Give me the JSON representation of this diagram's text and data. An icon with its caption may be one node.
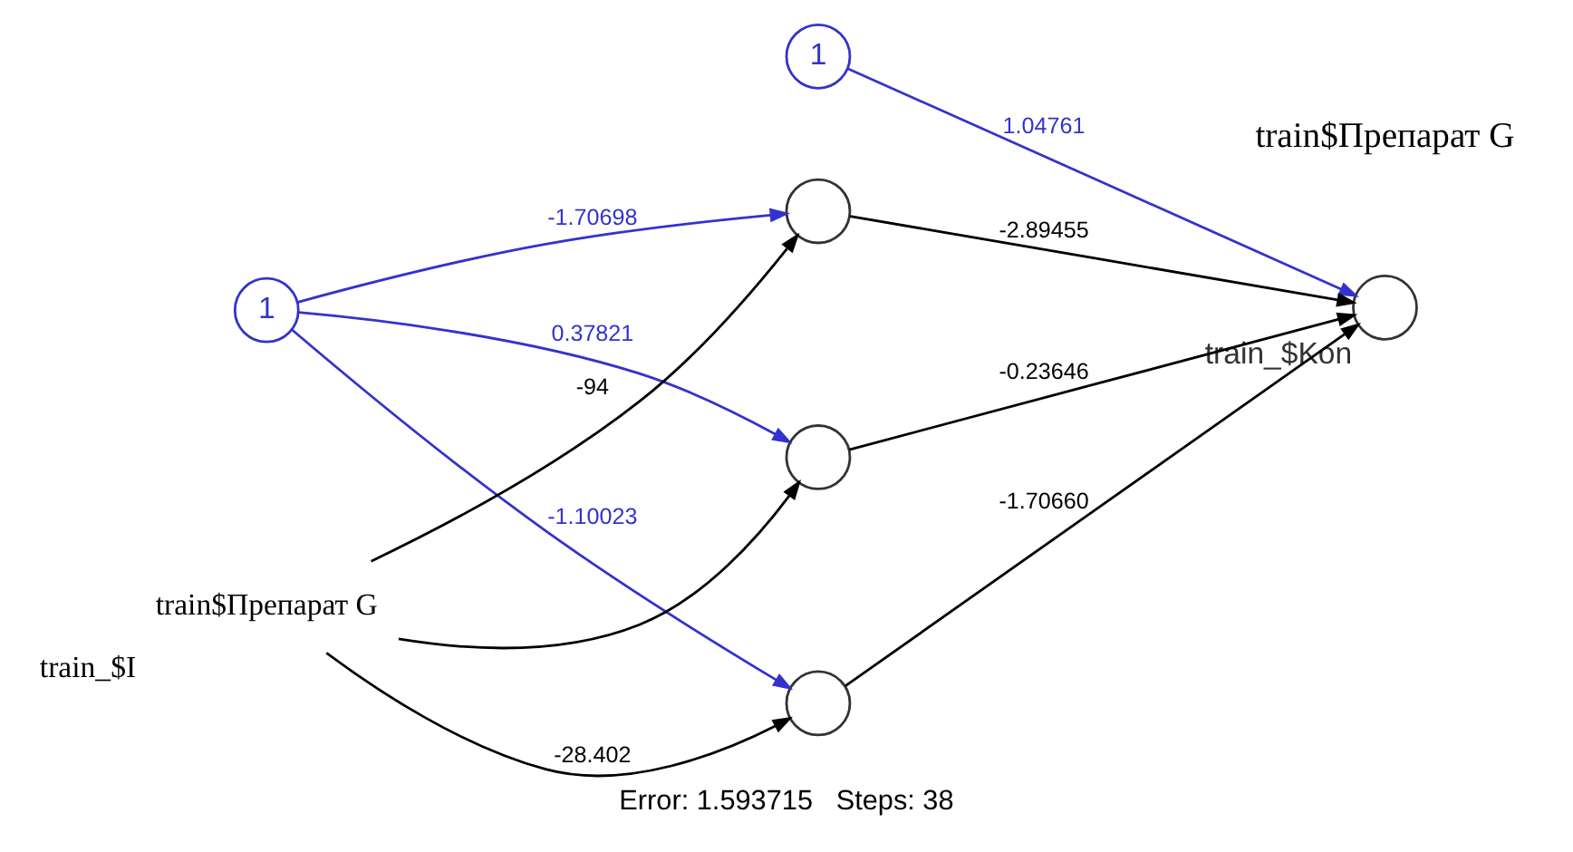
{
  "diagram": {
    "caption": "Error: 1.593715   Steps: 38",
    "nodes": [
      {
        "text": [
          "1"
        ]
      },
      {
        "text": [
          "1"
        ]
      },
      {
        "text": [
          "train$Препарат G"
        ],
        "beside": [
          "train_$I"
        ]
      },
      {
        "text": [],
        "shape": "circle"
      },
      {
        "text": [],
        "shape": "circle"
      },
      {
        "text": [],
        "shape": "circle"
      },
      {
        "text": [],
        "shape": "circle",
        "beside": [
          "train_$Kon"
        ]
      }
    ],
    "edges": [
      {
        "from": 0,
        "to": 3,
        "arrow": "to",
        "label": "-1.70698",
        "color": "#3333cc"
      },
      {
        "from": 0,
        "to": 4,
        "arrow": "to",
        "label": "0.37821",
        "color": "#3333cc"
      },
      {
        "from": 0,
        "to": 5,
        "arrow": "to",
        "label": "-1.10023",
        "color": "#3333cc"
      },
      {
        "from": 2,
        "to": 3,
        "arrow": "to",
        "label": "-94"
      },
      {
        "from": 2,
        "to": 4,
        "arrow": "to"
      },
      {
        "from": 2,
        "to": 5,
        "arrow": "to",
        "label": "-28.402"
      },
      {
        "from": 3,
        "to": 6,
        "arrow": "to",
        "label": "-2.89455"
      },
      {
        "from": 4,
        "to": 6,
        "arrow": "to",
        "label": "-0.23646"
      },
      {
        "from": 5,
        "to": 6,
        "arrow": "to",
        "label": "-1.70660"
      },
      {
        "from": 1,
        "to": 6,
        "arrow": "to",
        "label": "1.04761",
        "color": "#3333cc"
      }
    ],
    "labels": [
      "train$Препарат G"
    ]
  }
}
